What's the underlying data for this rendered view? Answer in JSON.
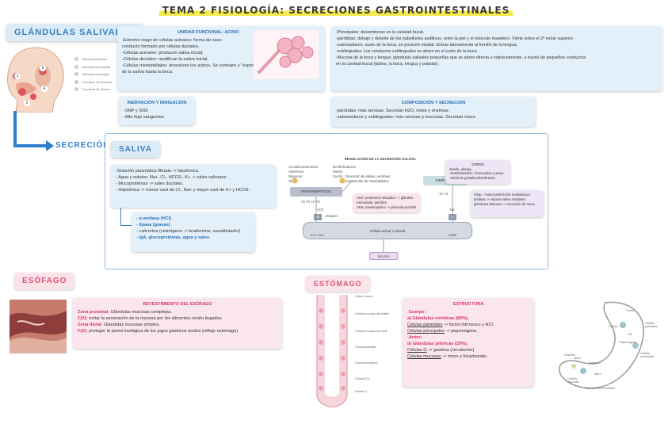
{
  "title": "TEMA 2 FISIOLOGÍA: SECRECIONES GASTROINTESTINALES",
  "colors": {
    "accent_blue": "#2d7fd1",
    "accent_pink": "#e0557a",
    "highlight": "#f4e94e"
  },
  "glandulas": {
    "tag": "GLÁNDULAS SALIVARES",
    "legend": [
      "Glándula parótida",
      "Glándula submaxilar",
      "Glándula sublingual",
      "Conducto de Wharton",
      "Conducto de Stenon"
    ],
    "unidad": {
      "header": "UNIDAD FUNCIONAL: ACINO",
      "lines": [
        "-Extremo ciego de células acinares: forma de saco",
        "   conducto formado por células ductales.",
        "-Células acinares: producen saliva inicial.",
        "-Células ductales: modifican la saliva inicial.",
        "-Células mioepiteliales: envuelven los acinos. Se contraen y \"exprimen\" -> ayuda tránsito",
        "  de la saliva hasta la boca."
      ]
    },
    "inervacion": {
      "header": "INERVACIÓN Y IRRIGACIÓN",
      "lines": [
        "-SNP y SNS",
        "-Alto flujo sanguíneo"
      ]
    },
    "principales": {
      "lines": [
        "-Principales: desembocan en la cavidad bucal.",
        "   -parótidas: debajo y delante de los pabellones auditivos, entre la piel y el músculo masetero. Vierte sobre el 2º molar superior.",
        "   -submaxilares: suelo de la boca, en posición medial. Entran lateralmente al frenillo de la lengua.",
        "   -sublinguales: Los conductos sublinguales se abren en el suelo de la boca.",
        "-Mucosa de la boca y lengua: glándulas salivales pequeñas que se abren directa o indirectamente, a través de pequeños conductos",
        "  en la cavidad bucal (labios, la boca, lengua y paladar)."
      ]
    },
    "composicion": {
      "header": "COMPOSICIÓN Y SECRECIÓN",
      "lines": [
        "-parótidas: más serosas. Secretan H2O, iones y enzimas.",
        "-submaxilares y sublinguales: más serosas y mucosas. Secretan moco."
      ]
    }
  },
  "secrecion": {
    "tag": "SECRECIÓN:",
    "saliva_tag": "SALIVA",
    "composicion": [
      "-Solución plasmática filtrada -> hipotónica.",
      "- Agua y solutos: Na+, Cl-, HCO3-, K+ -> sales salinares.",
      "- Mucoproteínas -> sales ductales.",
      "- Hipotónica -> menor cant de Cl-, Na+ y mayor cant de K+ y HCO3-"
    ],
    "funciones": [
      "- α-amilasa (HCl)",
      "- lipasa (grasas)",
      "- calicreína (cininógeno -> bradicinina, vasodilatador)",
      "- IgA, glucoproteínas, agua y sales."
    ],
    "regulacion": {
      "header": "REGULACIÓN DE LA SECRECIÓN SALIVAL",
      "stimuli_left": [
        "Acondicionamiento",
        "Alimentos",
        "Náuseas",
        "Olfato"
      ],
      "stimuli_right": [
        "Deshidratación",
        "Miedo",
        "Sueño"
      ],
      "para": "PARASIMPÁTICO",
      "simp": "SIMPÁTICO",
      "para_note": [
        "Secreción de saliva y enzimas",
        "Contracción de mioepiteliales"
      ],
      "nerves": "VII PC IX PC",
      "ach": "ACh",
      "atropina": "Atropina",
      "ne": "NE",
      "t1t3": "T1-T3",
      "m": "M",
      "beta": "β",
      "cell": "Célula acinar o ductal",
      "second_left": "IP3, Ca2+",
      "second_right": "cAMP",
      "saliva": "SALIVA",
      "otros_head": "OTROS",
      "otros": [
        "-Sueño, alergia,",
        "- Deshidratación, hormonales y ansio-",
        "- Estímulo gustativo/hambriento"
      ],
      "pink_note": [
        "SNS: predomina simpático -> glándula estimulada: parótida",
        "SNS: parasimpático -> glándula parótida"
      ],
      "right_note": [
        "Simp. ->vasoconstricción mediada por",
        "amilasa -> viscosa saliva mediante",
        "glándulas salivares -> secreción de moco"
      ]
    }
  },
  "esofago": {
    "tag": "ESÓFAGO",
    "header": "REVESTIMIENTO DEL ESÓFAGO",
    "lines": [
      [
        "Zona proximal:",
        " Glándulas mucosas complejas."
      ],
      [
        "F(X):",
        " evitar la excoriación de la mucosa por los alimentos recién llegados."
      ],
      [
        "Zona distal:",
        " Glándulas mucosas simples."
      ],
      [
        "F(X):",
        " proteger la pared esofágica de los jugos gástricos ácidos (reflujo estómago)"
      ]
    ]
  },
  "estomago": {
    "tag": "ESTÓMAGO",
    "pit_labels": [
      "Cripta mucosa",
      "Células mucosas del epitelio",
      "Células mucosas del cuello",
      "Células parietales",
      "Células principales",
      "Células ECL",
      "Células G"
    ],
    "estructura": {
      "header": "ESTRUCTURA",
      "lines": [
        [
          "-Cuerpo:",
          ""
        ],
        [
          "a) Glándulas oxínticas (80%).",
          ""
        ],
        [
          "Células parietales",
          " -> factor intrínseco y HCl."
        ],
        [
          "Células principales",
          " -> pepsinógeno."
        ],
        [
          "-Antro:",
          ""
        ],
        [
          "b) Glándulas pilóricas (20%).",
          ""
        ],
        [
          "Células G",
          " -> gastrina (circulación)"
        ],
        [
          "Células mucosas",
          " -> moco y bicarbonato."
        ]
      ]
    },
    "diagram_labels": [
      "Fondo",
      "Cuerpo",
      "Antro",
      "Células parietales",
      "Pepsinógeno",
      "Células principales",
      "HCl",
      "Células G",
      "Gastrina",
      "Gastrina a la circulación",
      "Moco",
      "Células mucosas"
    ]
  }
}
